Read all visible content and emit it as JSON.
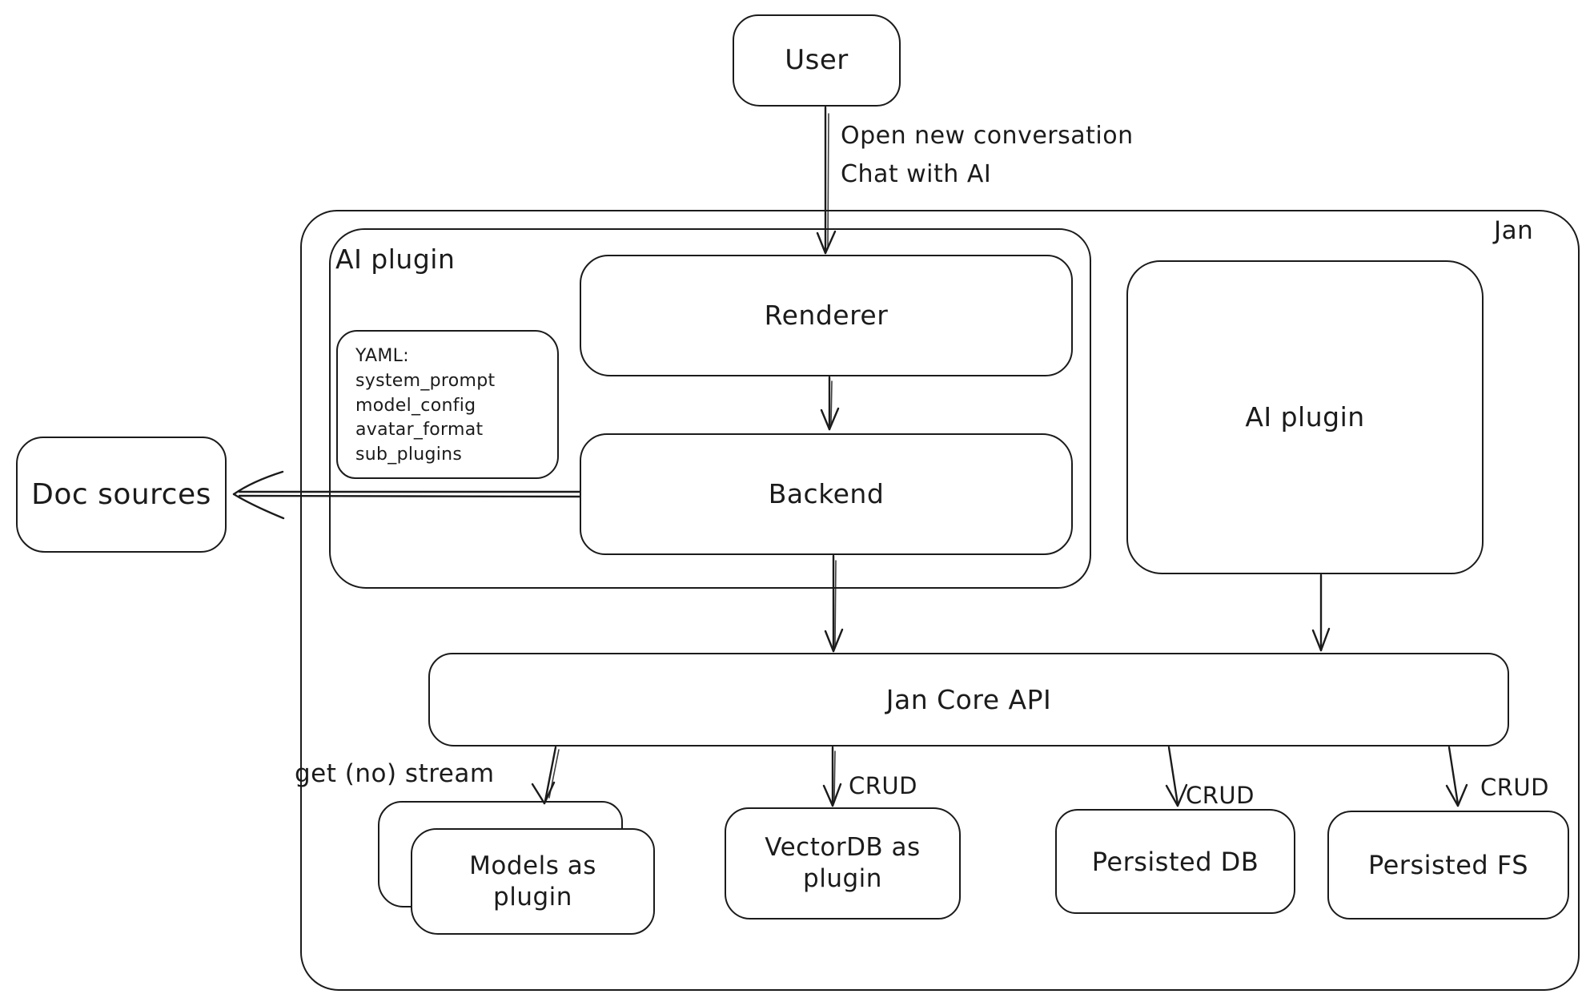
{
  "diagram": {
    "nodes": {
      "user": "User",
      "jan": "Jan",
      "ai_plugin_container": "AI plugin",
      "renderer": "Renderer",
      "backend": "Backend",
      "ai_plugin_right": "AI plugin",
      "doc_sources": "Doc sources",
      "jan_core_api": "Jan Core API",
      "models": "Models as plugin",
      "vectordb": "VectorDB as plugin",
      "persisted_db": "Persisted DB",
      "persisted_fs": "Persisted FS"
    },
    "yaml_note": {
      "lines": [
        "YAML:",
        "system_prompt",
        "model_config",
        "avatar_format",
        "sub_plugins"
      ]
    },
    "edge_labels": {
      "user_to_renderer_line1": "Open new conversation",
      "user_to_renderer_line2": "Chat with AI",
      "core_to_models": "get (no) stream",
      "core_to_vectordb": "CRUD",
      "core_to_persisted_db": "CRUD",
      "core_to_persisted_fs": "CRUD"
    },
    "colors": {
      "stroke": "#1b1b1b",
      "background": "#ffffff"
    }
  }
}
